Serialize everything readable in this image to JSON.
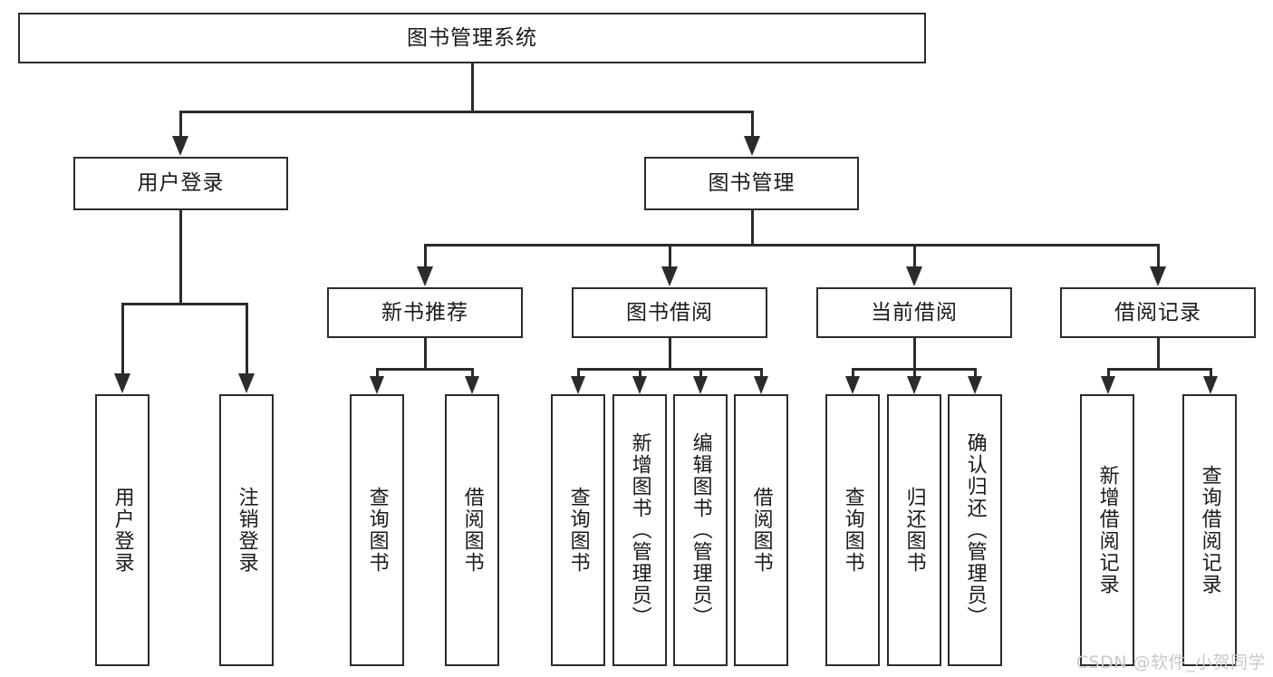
{
  "diagram": {
    "title": "图书管理系统",
    "watermark": "CSDN @软件_小贺同学",
    "nodes": {
      "root": {
        "label": "图书管理系统"
      },
      "level2": [
        {
          "id": "user-login",
          "label": "用户登录"
        },
        {
          "id": "book-manage",
          "label": "图书管理"
        }
      ],
      "level3": [
        {
          "id": "new-book-recommend",
          "label": "新书推荐"
        },
        {
          "id": "book-borrow",
          "label": "图书借阅"
        },
        {
          "id": "current-borrow",
          "label": "当前借阅"
        },
        {
          "id": "borrow-record",
          "label": "借阅记录"
        }
      ],
      "leaves": {
        "user_login": [
          {
            "id": "leaf-user-login",
            "label": "用户登录"
          },
          {
            "id": "leaf-logout-login",
            "label": "注销登录"
          }
        ],
        "new_book_recommend": [
          {
            "id": "leaf-query-book-1",
            "label": "查询图书"
          },
          {
            "id": "leaf-borrow-book-1",
            "label": "借阅图书"
          }
        ],
        "book_borrow": [
          {
            "id": "leaf-query-book-2",
            "label": "查询图书"
          },
          {
            "id": "leaf-add-book",
            "label": "新增图书（管理员）"
          },
          {
            "id": "leaf-edit-book",
            "label": "编辑图书（管理员）"
          },
          {
            "id": "leaf-borrow-book-2",
            "label": "借阅图书"
          }
        ],
        "current_borrow": [
          {
            "id": "leaf-query-book-3",
            "label": "查询图书"
          },
          {
            "id": "leaf-return-book",
            "label": "归还图书"
          },
          {
            "id": "leaf-confirm-return",
            "label": "确认归还（管理员）"
          }
        ],
        "borrow_record": [
          {
            "id": "leaf-add-record",
            "label": "新增借阅记录"
          },
          {
            "id": "leaf-query-record",
            "label": "查询借阅记录"
          }
        ]
      }
    },
    "colors": {
      "stroke": "#2b2b2b",
      "fill": "#ffffff",
      "text": "#1a1a1a",
      "watermark": "#c9c9c9"
    }
  }
}
